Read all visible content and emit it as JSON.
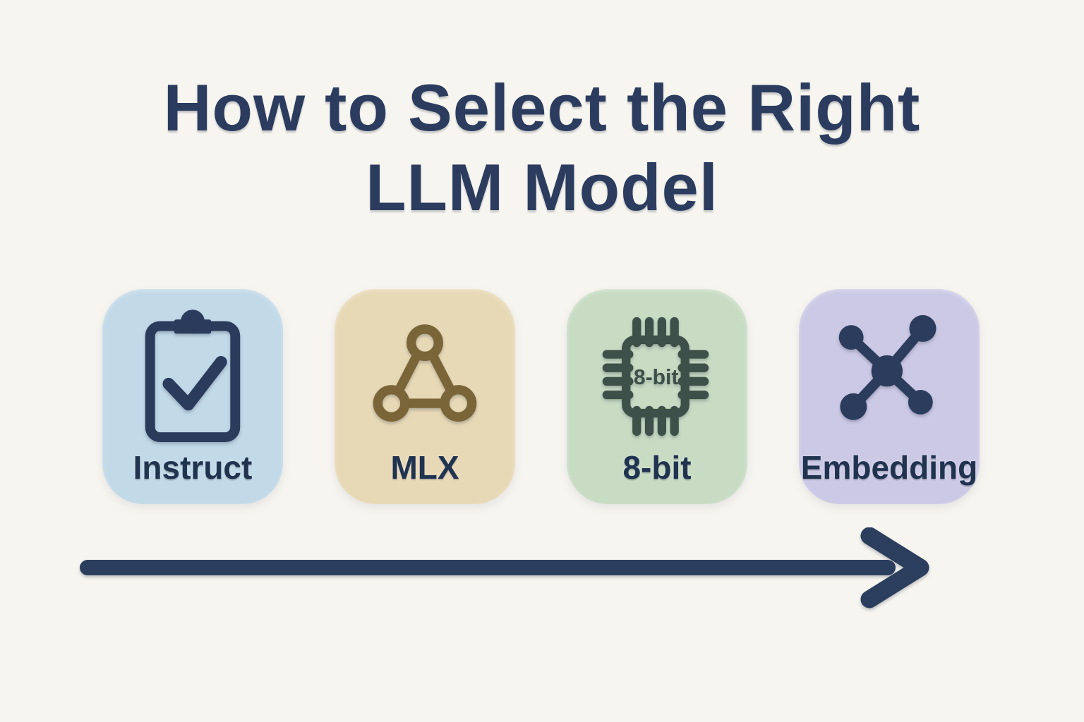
{
  "title": {
    "line1": "How to Select the Right",
    "line2": "LLM Model"
  },
  "cards": [
    {
      "id": "instruct",
      "label": "Instruct",
      "icon": "clipboard-check-icon",
      "bg_color": "#c2d9e8",
      "icon_color": "#2a3b5c"
    },
    {
      "id": "mlx",
      "label": "MLX",
      "icon": "triangle-network-icon",
      "bg_color": "#e8d9b6",
      "icon_color": "#7a6538"
    },
    {
      "id": "8bit",
      "label": "8-bit",
      "icon": "chip-icon",
      "chip_text": "8-bit",
      "bg_color": "#c8dcc4",
      "icon_color": "#3d5049"
    },
    {
      "id": "embedding",
      "label": "Embedding",
      "icon": "network-hub-icon",
      "bg_color": "#ccc9e6",
      "icon_color": "#2b3c5c"
    }
  ],
  "arrow": {
    "direction": "right",
    "color": "#2b3e5e"
  },
  "colors": {
    "background": "#f7f5f0",
    "title_text": "#2b3c5e",
    "label_text": "#20334f"
  }
}
